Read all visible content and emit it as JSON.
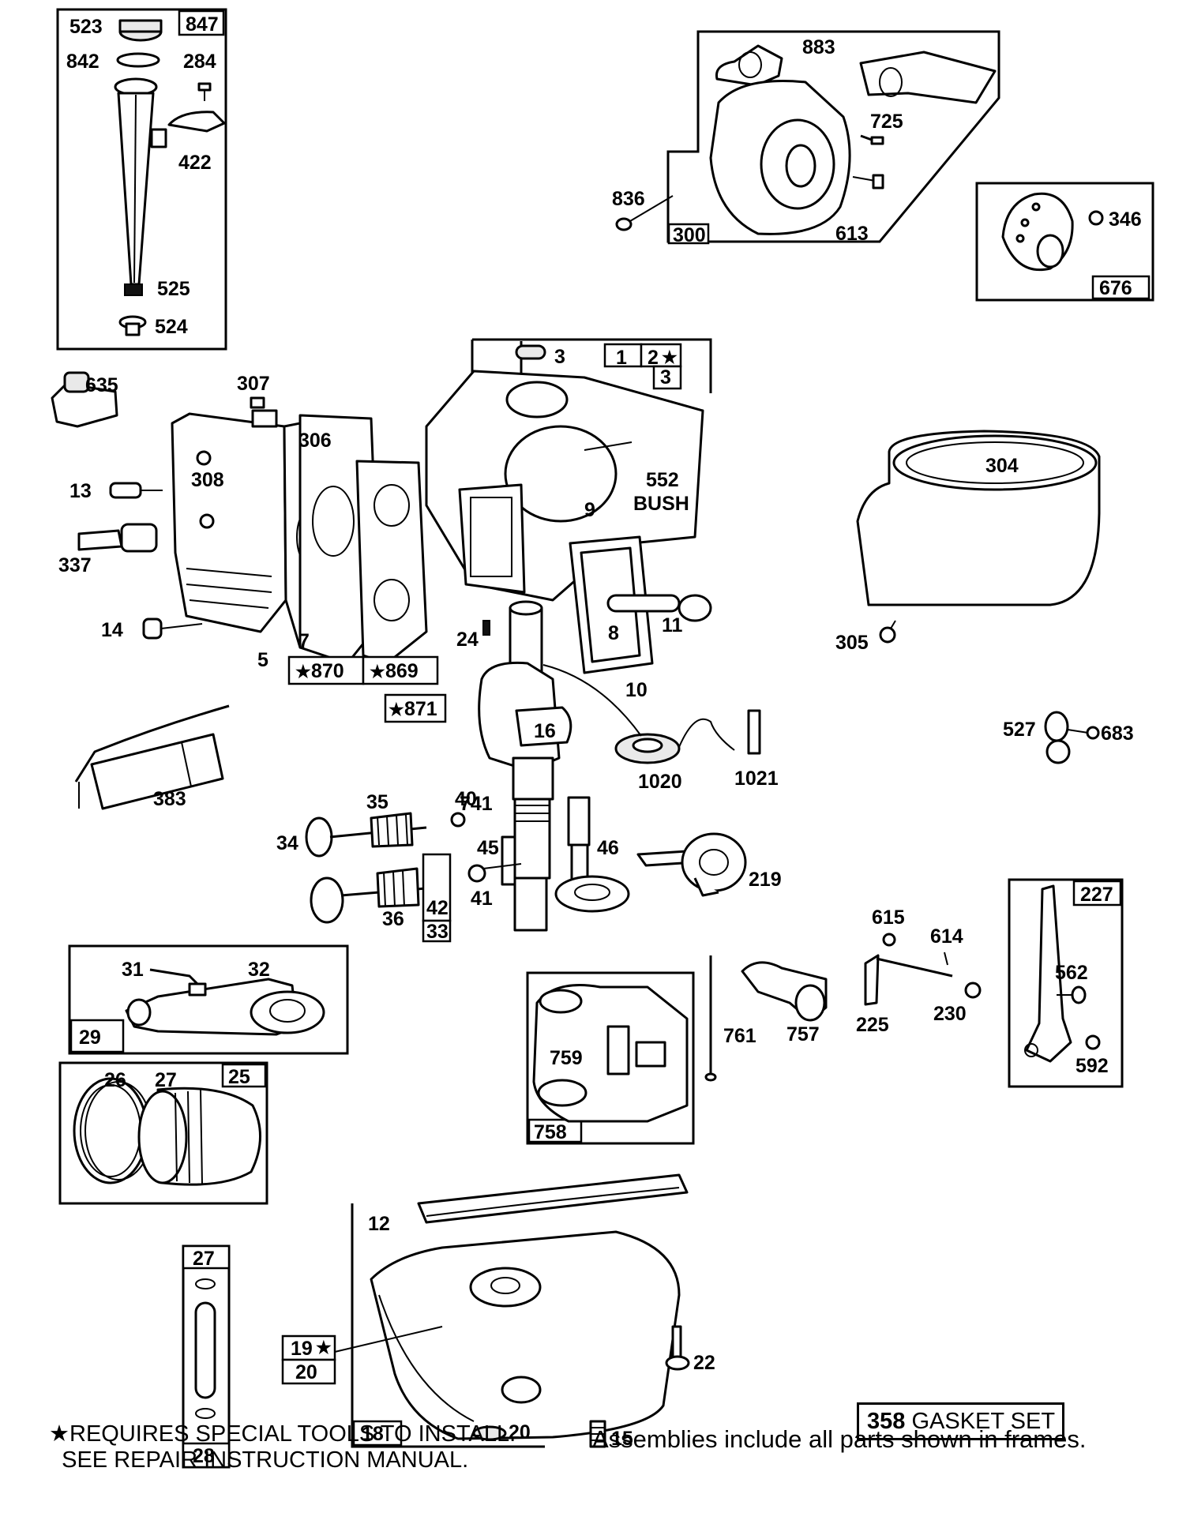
{
  "labels": {
    "p523": "523",
    "p847": "847",
    "p842": "842",
    "p284": "284",
    "p422": "422",
    "p525": "525",
    "p524": "524",
    "p883": "883",
    "p725": "725",
    "p836": "836",
    "p300": "300",
    "p613": "613",
    "p346": "346",
    "p676": "676",
    "p3a": "3",
    "p1": "1",
    "p2": "2",
    "p3b": "3",
    "p635": "635",
    "p307": "307",
    "p306": "306",
    "p308": "308",
    "p13": "13",
    "p337": "337",
    "p14": "14",
    "p5": "5",
    "p7": "7",
    "p870": "870",
    "p869": "869",
    "p871": "871",
    "p552": "552",
    "bush": "BUSH",
    "p9": "9",
    "p11": "11",
    "p8": "8",
    "p24": "24",
    "p10": "10",
    "p304": "304",
    "p305": "305",
    "p527": "527",
    "p683": "683",
    "p16": "16",
    "p1020": "1020",
    "p1021": "1021",
    "p741": "741",
    "p383": "383",
    "p35": "35",
    "p40": "40",
    "p34": "34",
    "p45": "45",
    "p46": "46",
    "p41": "41",
    "p36": "36",
    "p42": "42",
    "p33": "33",
    "p219": "219",
    "p615": "615",
    "p614": "614",
    "p230": "230",
    "p225": "225",
    "p227": "227",
    "p562": "562",
    "p592": "592",
    "p31": "31",
    "p32": "32",
    "p29": "29",
    "p761": "761",
    "p757": "757",
    "p759": "759",
    "p758": "758",
    "p26": "26",
    "p27a": "27",
    "p25": "25",
    "p12": "12",
    "p27b": "27",
    "p28": "28",
    "p19": "19",
    "p20a": "20",
    "p22": "22",
    "p18": "18",
    "p20b": "20",
    "p15": "15"
  },
  "star": "★",
  "gasket_set": {
    "number": "358",
    "text": "GASKET SET"
  },
  "notes": {
    "special_tools_line1": "★REQUIRES SPECIAL TOOLS TO INSTALL.",
    "special_tools_line2": "  SEE REPAIR INSTRUCTION MANUAL.",
    "assemblies": "Assemblies include all parts shown in frames."
  }
}
